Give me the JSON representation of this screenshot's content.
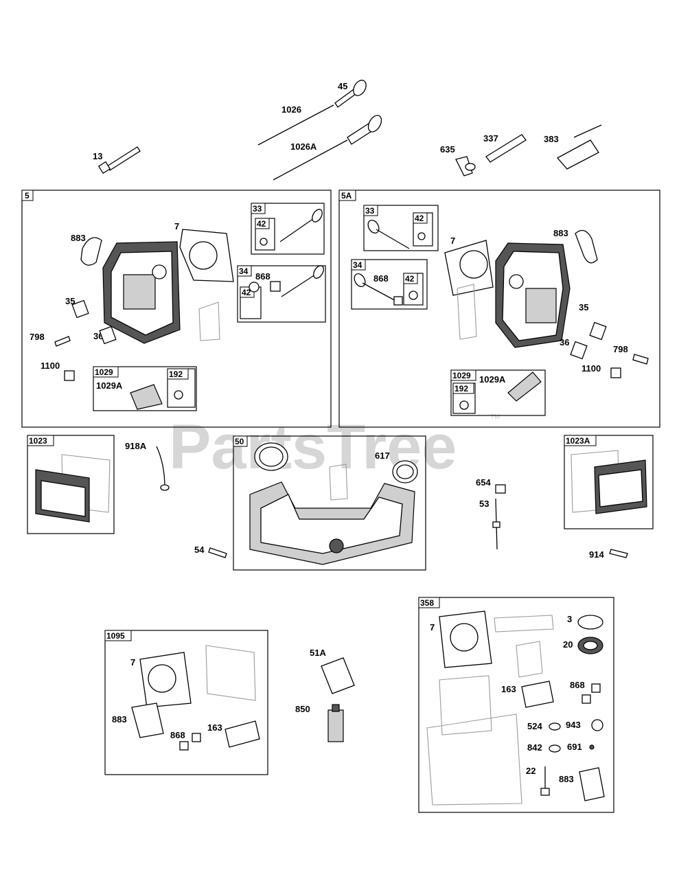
{
  "watermark": {
    "text": "PartsTree",
    "trademark": "TM"
  },
  "loose_labels": {
    "l45": "45",
    "l1026": "1026",
    "l1026a": "1026A",
    "l13": "13",
    "l635": "635",
    "l337": "337",
    "l383": "383",
    "l918a": "918A",
    "l54": "54",
    "l654": "654",
    "l53": "53",
    "l914": "914",
    "l51a": "51A",
    "l850": "850"
  },
  "box_5": {
    "tag": "5",
    "labels": {
      "l883": "883",
      "l7": "7",
      "l35": "35",
      "l798": "798",
      "l36": "36",
      "l1100": "1100"
    },
    "sub_33": {
      "tag": "33",
      "inner_tag": "42"
    },
    "sub_34": {
      "tag": "34",
      "label_868": "868",
      "inner_tag": "42"
    },
    "sub_1029": {
      "tag": "1029",
      "label": "1029A",
      "inner_tag": "192"
    }
  },
  "box_5a": {
    "tag": "5A",
    "labels": {
      "l883": "883",
      "l7": "7",
      "l35": "35",
      "l798": "798",
      "l36": "36",
      "l1100": "1100"
    },
    "sub_33": {
      "tag": "33",
      "inner_tag": "42"
    },
    "sub_34": {
      "tag": "34",
      "label_868": "868",
      "inner_tag": "42"
    },
    "sub_1029": {
      "tag": "1029",
      "label": "1029A",
      "inner_tag": "192"
    }
  },
  "box_1023": {
    "tag": "1023"
  },
  "box_50": {
    "tag": "50",
    "label_617": "617"
  },
  "box_1023a": {
    "tag": "1023A"
  },
  "box_1095": {
    "tag": "1095",
    "labels": {
      "l7": "7",
      "l883": "883",
      "l868": "868",
      "l163": "163"
    }
  },
  "box_358": {
    "tag": "358",
    "labels": {
      "l7": "7",
      "l3": "3",
      "l20": "20",
      "l163": "163",
      "l868": "868",
      "l524": "524",
      "l943": "943",
      "l842": "842",
      "l691": "691",
      "l22": "22",
      "l883": "883"
    }
  }
}
